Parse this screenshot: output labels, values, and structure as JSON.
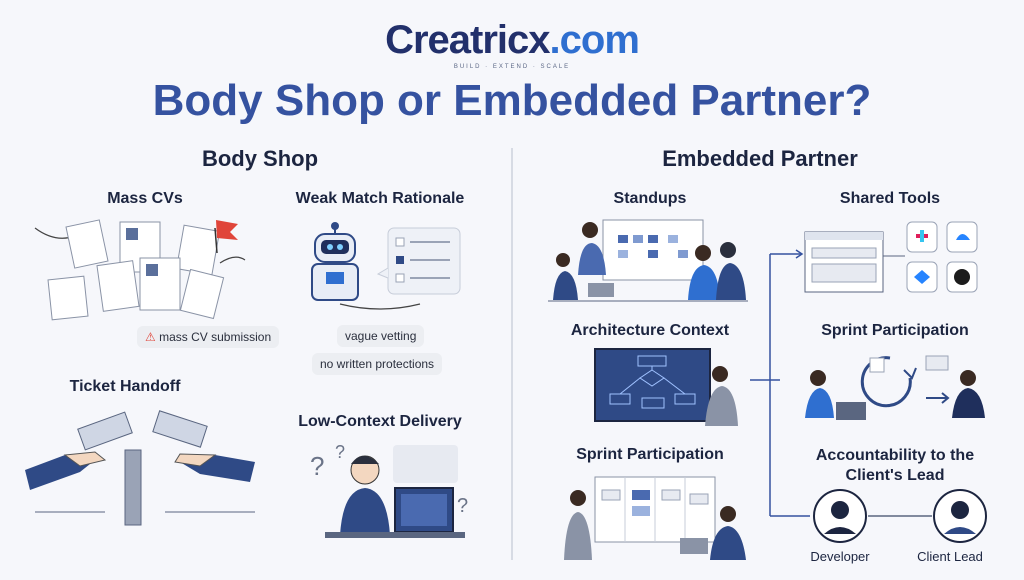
{
  "brand": {
    "name_main": "Creatricx",
    "name_tld": ".com",
    "tagline": "BUILD · EXTEND · SCALE"
  },
  "title": "Body Shop or Embedded Partner?",
  "left": {
    "heading": "Body Shop",
    "mass_cvs": "Mass CVs",
    "weak_match": "Weak Match Rationale",
    "mass_cv_pill": "mass CV submission",
    "vague_pill": "vague vetting",
    "no_written_pill": "no written protections",
    "ticket_handoff": "Ticket Handoff",
    "low_context": "Low-Context Delivery"
  },
  "right": {
    "heading": "Embedded Partner",
    "standups": "Standups",
    "shared_tools": "Shared Tools",
    "architecture": "Architecture Context",
    "sprint_top": "Sprint Participation",
    "sprint_bottom": "Sprint Participation",
    "accountability": "Accountability to the Client's Lead",
    "developer": "Developer",
    "client_lead": "Client Lead"
  },
  "colors": {
    "title": "#3552a0",
    "accent": "#2f6fd0",
    "warn": "#e0453a"
  }
}
